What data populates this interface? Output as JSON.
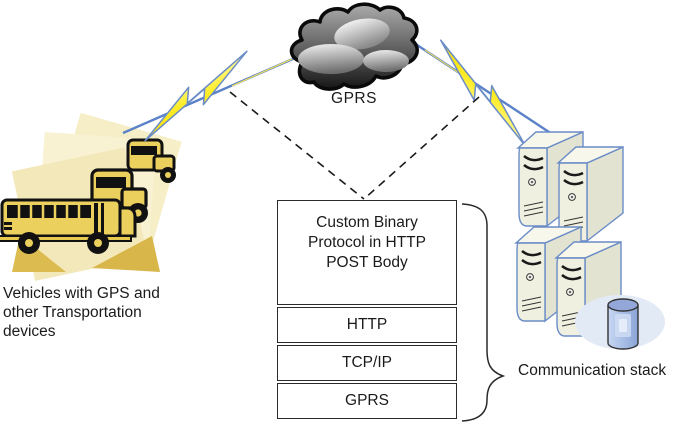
{
  "cloud": {
    "label": "GPRS"
  },
  "vehicles": {
    "caption": "Vehicles with GPS and\nother Transportation\ndevices"
  },
  "stack": {
    "rows": [
      {
        "label": "Custom Binary\nProtocol in HTTP\nPOST Body"
      },
      {
        "label": "HTTP"
      },
      {
        "label": "TCP/IP"
      },
      {
        "label": "GPRS"
      }
    ],
    "brace_label": "Communication stack"
  },
  "icons": {
    "cloud": "network-cloud-icon",
    "lightning_left": "lightning-bolt-icon",
    "lightning_right": "lightning-bolt-icon",
    "vehicles": "school-buses-clipart-icon",
    "servers": "server-towers-icon",
    "database": "database-cylinder-icon",
    "brace": "curly-brace-icon"
  },
  "colors": {
    "background": "#ffffff",
    "text_black": "#1a1a1a",
    "link_blue": "#5b82c8",
    "bolt_yellow": "#ffee33",
    "bus_yellow": "#ecd05e",
    "paper_cream": "#f6eec6",
    "server_beige": "#efefdf",
    "server_outline_blue": "#6a8cc7",
    "cylinder_blue": "#a9bfe6",
    "cloud_gray_dark": "#161616"
  }
}
